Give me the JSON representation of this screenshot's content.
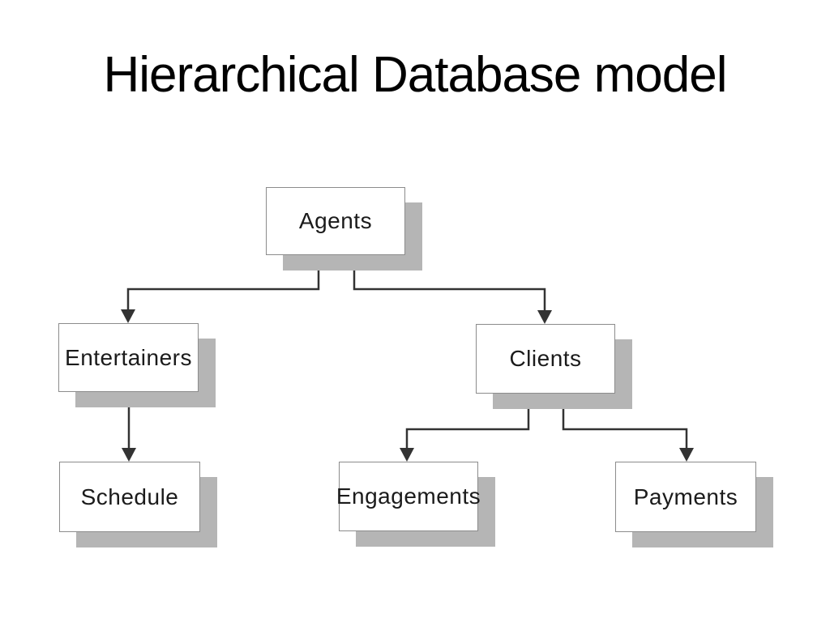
{
  "slide": {
    "title": "Hierarchical Database model"
  },
  "diagram": {
    "type": "hierarchy-tree",
    "nodes": [
      {
        "id": "agents",
        "label": "Agents",
        "parent": null
      },
      {
        "id": "entertainers",
        "label": "Entertainers",
        "parent": "agents"
      },
      {
        "id": "clients",
        "label": "Clients",
        "parent": "agents"
      },
      {
        "id": "schedule",
        "label": "Schedule",
        "parent": "entertainers"
      },
      {
        "id": "engagements",
        "label": "Engagements",
        "parent": "clients"
      },
      {
        "id": "payments",
        "label": "Payments",
        "parent": "clients"
      }
    ]
  },
  "theme": {
    "title": "#000000",
    "text": "#1b1b1b",
    "box_fill": "#ffffff",
    "box_border": "#8c8c8c",
    "shadow": "#b5b5b5",
    "line": "#333333"
  }
}
